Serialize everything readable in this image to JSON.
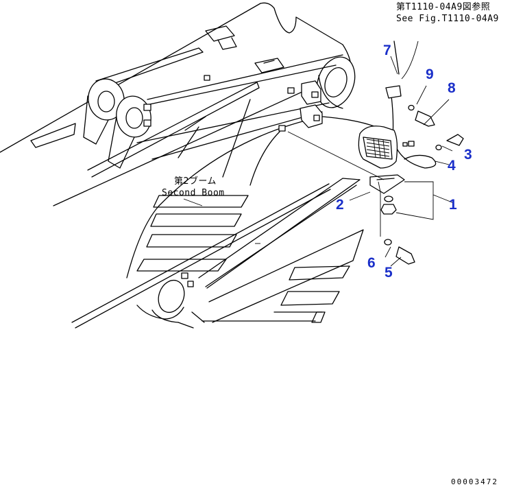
{
  "reference": {
    "line1": "第T1110-04A9図参照",
    "line2": "See Fig.T1110-04A9"
  },
  "boom_label": {
    "jp": "第2ブーム",
    "en": "Second Boom"
  },
  "part_numbers": {
    "p1": "1",
    "p2": "2",
    "p3": "3",
    "p4": "4",
    "p5": "5",
    "p6": "6",
    "p7": "7",
    "p8": "8",
    "p9": "9"
  },
  "drawing_code": "00003472",
  "colors": {
    "line": "#000000",
    "callout": "#1a2fc9",
    "background": "#ffffff"
  }
}
